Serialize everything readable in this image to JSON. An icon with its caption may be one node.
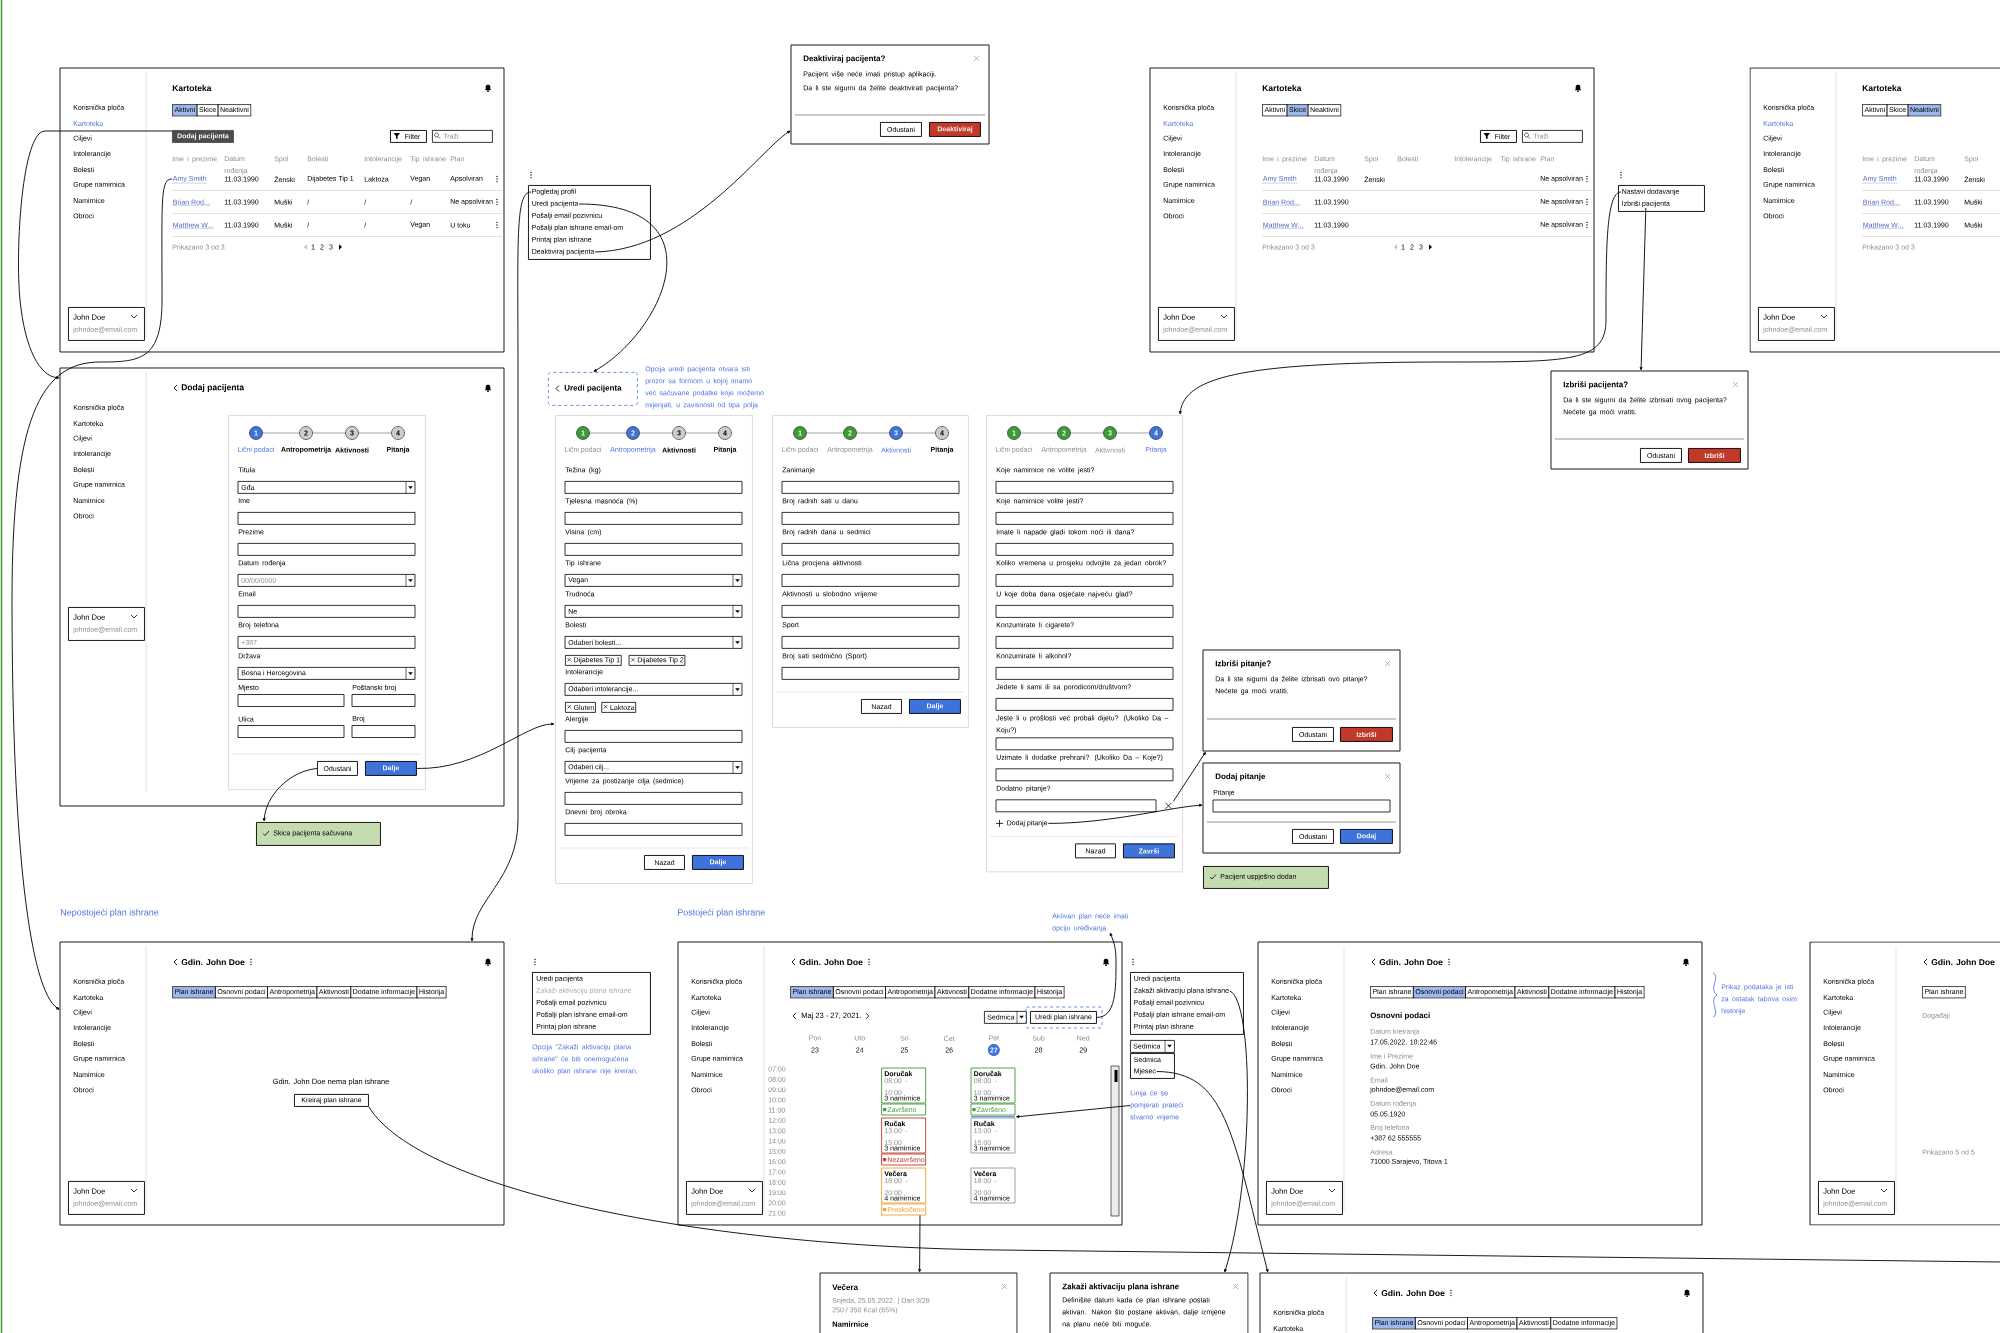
{
  "diagram": {
    "nodes": [
      {
        "text": [
          "Kartoteka",
          "Korisnička ploča",
          "Kartoteka",
          "Ciljevi",
          "Intolerancije",
          "Bolesti",
          "Grupe namirnica",
          "Namirnice",
          "Obroci"
        ]
      },
      {
        "text": [
          "John Doe",
          "johndoe@email.com"
        ],
        "in": 0
      },
      {
        "text": [
          "Aktivni",
          "Skice",
          "Neaktivni"
        ],
        "in": 0
      },
      {
        "text": [
          "Dodaj pacijenta"
        ],
        "in": 0
      },
      {
        "text": [
          "Filter"
        ],
        "in": 0
      },
      {
        "text": [
          "Traži"
        ],
        "in": 0
      },
      {
        "text": [
          "Ime i prezime",
          "Datum rođenja",
          "Spol",
          "Bolesti",
          "Intolerancije",
          "Tip ishrane",
          "Plan",
          "11.03.1990",
          "Ženski",
          "Dijabetes Tip 1",
          "Laktoza",
          "Vegan",
          "Apsolviran",
          "Brian Rod...",
          "11.03.1990",
          "Muški",
          "/",
          "/",
          "/",
          "Ne apsolviran",
          "Matthew W...",
          "11.03.1990",
          "Muški",
          "/",
          "/",
          "Vegan",
          "U toku",
          "Prikazano 3 od 3",
          "1",
          "2",
          "3"
        ],
        "in": 0
      },
      {
        "text": [
          "Amy Smith"
        ],
        "in": 6
      },
      {
        "text": [],
        "shape": "box"
      },
      {
        "text": [
          "Pogledaj profil"
        ],
        "in": 8
      },
      {
        "text": [
          "Uredi pacijenta"
        ],
        "in": 8
      },
      {
        "text": [
          "Pošalji email pozivnicu"
        ],
        "in": 8
      },
      {
        "text": [
          "Pošalji plan ishrane email-om"
        ],
        "in": 8
      },
      {
        "text": [
          "Printaj plan ishrane"
        ],
        "in": 8
      },
      {
        "text": [
          "Deaktiviraj pacijenta"
        ],
        "in": 8
      },
      {
        "text": [
          "Deaktiviraj pacijenta?",
          "Pacijent više neće imati pristup aplikaciji.",
          "Da li ste sigurni da želite deaktivirati pacijenta?"
        ]
      },
      {
        "text": [
          "Odustani"
        ],
        "in": 15
      },
      {
        "text": [
          "Deaktiviraj"
        ],
        "in": 15
      },
      {
        "text": [
          "Kartoteka",
          "Korisnička ploča",
          "Kartoteka",
          "Ciljevi",
          "Intolerancije",
          "Bolesti",
          "Grupe namirnica",
          "Namirnice",
          "Obroci"
        ]
      },
      {
        "text": [
          "John Doe",
          "johndoe@email.com"
        ],
        "in": 18
      },
      {
        "text": [
          "Aktivni",
          "Skice",
          "Neaktivni"
        ],
        "in": 18
      },
      {
        "text": [
          "Filter"
        ],
        "in": 18
      },
      {
        "text": [
          "Traži"
        ],
        "in": 18
      },
      {
        "text": [
          "Ime i prezime",
          "Datum rođenja",
          "Spol",
          "Bolesti",
          "Intolerancije",
          "Tip ishrane",
          "Plan",
          "Amy Smith",
          "11.03.1990",
          "Ženski",
          "Ne apsolviran",
          "Brian Rod...",
          "11.03.1990",
          "Ne apsolviran",
          "Matthew W...",
          "11.03.1990",
          "Ne apsolviran",
          "Prikazano 3 od 3",
          "1",
          "2",
          "3"
        ],
        "in": 18
      },
      {
        "text": [],
        "shape": "box"
      },
      {
        "text": [
          "Nastavi dodavanje"
        ],
        "in": 24
      },
      {
        "text": [
          "Izbriši pacijenta"
        ],
        "in": 24
      },
      {
        "text": [
          "Izbriši pacijenta?",
          "Da li ste sigurni da želite izbrisati ovog pacijenta? Nećete ga moći vratiti."
        ]
      },
      {
        "text": [
          "Odustani"
        ],
        "in": 27
      },
      {
        "text": [
          "Izbriši"
        ],
        "in": 27
      },
      {
        "text": [
          "Kartoteka",
          "Korisnička ploča",
          "Kartoteka",
          "Ciljevi",
          "Intolerancije",
          "Bolesti",
          "Grupe namirnica",
          "Namirnice",
          "Obroci"
        ]
      },
      {
        "text": [
          "John Doe",
          "johndoe@email.com"
        ],
        "in": 30
      },
      {
        "text": [
          "Aktivni",
          "Skice",
          "Neaktivni"
        ],
        "in": 30
      },
      {
        "text": [
          "Ime i prezime",
          "Datum rođenja",
          "Spol",
          "Amy Smith",
          "11.03.1990",
          "Ženski",
          "Brian Rod...",
          "11.03.1990",
          "Muški",
          "Matthew W...",
          "11.03.1990",
          "Muški",
          "Prikazano 3 od 3"
        ],
        "in": 30
      },
      {
        "text": [
          "Dodaj pacijenta",
          "Korisnička ploča",
          "Kartoteka",
          "Ciljevi",
          "Intolerancije",
          "Bolesti",
          "Grupe namirnica",
          "Namirnice",
          "Obroci"
        ]
      },
      {
        "text": [
          "John Doe",
          "johndoe@email.com"
        ],
        "in": 34
      },
      {
        "text": [
          "1",
          "2",
          "3",
          "4",
          "Lični podaci",
          "Antropometrija",
          "Aktivnosti",
          "Pitanja",
          "Titula",
          "Gđa",
          "Ime",
          "Prezime",
          "Datum rođenja",
          "00/00/0000",
          "Email",
          "Broj telefona",
          "+387",
          "Država",
          "Bosna i Hercegovina",
          "Mjesto",
          "Poštanski broj",
          "Ulica",
          "Broj"
        ],
        "in": 34
      },
      {
        "text": [
          "Odustani"
        ],
        "in": 36
      },
      {
        "text": [
          "Dalje"
        ],
        "in": 36
      },
      {
        "text": [
          "Skica pacijenta sačuvana"
        ]
      },
      {
        "text": [
          "Uredi pacijenta"
        ]
      },
      {
        "text": [
          "1",
          "2",
          "3",
          "4",
          "Lični podaci",
          "Antropometrija",
          "Aktivnosti",
          "Pitanja",
          "Težina (kg)",
          "Tjelesna masnoća (%)",
          "Visina (cm)",
          "Tip ishrane",
          "Vegan",
          "Trudnoća",
          "Ne",
          "Bolesti",
          "Odaberi bolesti...",
          "Dijabetes Tip 1",
          "Dijabetes Tip 2",
          "Intolerancije",
          "Odaberi intolerancije...",
          "Gluten",
          "Laktoza",
          "Alergije",
          "Cilj pacijenta",
          "Odaberi cilj...",
          "Vrijeme za postizanje cilja (sedmice)",
          "Dnevni broj obroka"
        ]
      },
      {
        "text": [
          "Nazad"
        ],
        "in": 41
      },
      {
        "text": [
          "Dalje"
        ],
        "in": 41
      },
      {
        "text": [
          "1",
          "2",
          "3",
          "4",
          "Lični podaci",
          "Antropometrija",
          "Aktivnosti",
          "Pitanja",
          "Zanimanje",
          "Broj radnih sati u danu",
          "Broj radnih dana u sedmici",
          "Lična procjena aktivnosti",
          "Aktivnosti u slobodno vrijeme",
          "Sport",
          "Broj sati sedmično (Sport)"
        ]
      },
      {
        "text": [
          "Nazad"
        ],
        "in": 44
      },
      {
        "text": [
          "Dalje"
        ],
        "in": 44
      },
      {
        "text": [
          "1",
          "2",
          "3",
          "4",
          "Lični podaci",
          "Antropometrija",
          "Aktivnosti",
          "Pitanja",
          "Koje namirnice ne volite jesti?",
          "Koje namirnice volite jesti?",
          "Imate li napade gladi tokom noći ili dana?",
          "Koliko vremena u prosjeku odvojite za jedan obrok?",
          "U koje doba dana osjećate najveću glad?",
          "Konzumirate li cigarete?",
          "Konzumirate li alkohol?",
          "Jedete li sami ili sa porodicom/društvom?",
          "Jeste li u prošlosti već probali dijetu? (Ukoliko Da – Koju?)",
          "Uzimate li dodatke prehrani? (Ukoliko Da – Koje?)",
          "Dodatno pitanje?"
        ]
      },
      {
        "text": [],
        "shape": "cross",
        "in": 47
      },
      {
        "text": [
          "Dodaj pitanje"
        ],
        "in": 47
      },
      {
        "text": [
          "Nazad"
        ],
        "in": 47
      },
      {
        "text": [
          "Završi"
        ],
        "in": 47
      },
      {
        "text": [
          "Izbriši pitanje?",
          "Da li ste sigurni da želite izbrisati ovo pitanje? Nećete ga moći vratiti."
        ]
      },
      {
        "text": [
          "Odustani"
        ],
        "in": 52
      },
      {
        "text": [
          "Izbriši"
        ],
        "in": 52
      },
      {
        "text": [
          "Dodaj pitanje",
          "Pitanje"
        ]
      },
      {
        "text": [
          "Odustani"
        ],
        "in": 55
      },
      {
        "text": [
          "Dodaj"
        ],
        "in": 55
      },
      {
        "text": [
          "Pacijent uspješno dodan"
        ]
      },
      {
        "text": [
          "Gdin. John Doe",
          "Korisnička ploča",
          "Kartoteka",
          "Ciljevi",
          "Intolerancije",
          "Bolesti",
          "Grupe namirnica",
          "Namirnice",
          "Obroci",
          "Gdin. John Doe nema plan ishrane"
        ]
      },
      {
        "text": [
          "John Doe",
          "johndoe@email.com"
        ],
        "in": 59
      },
      {
        "text": [
          "Plan ishrane",
          "Osnovni podaci",
          "Antropometrija",
          "Aktivnosti",
          "Dodatne informacije",
          "Historija"
        ],
        "in": 59
      },
      {
        "text": [
          "Kreiraj plan ishrane"
        ],
        "in": 59
      },
      {
        "text": [
          "Uredi pacijenta",
          "Zakaži aktivaciju plana ishrane",
          "Pošalji email pozivnicu",
          "Pošalji plan ishrane email-om",
          "Printaj plan ishrane"
        ]
      },
      {
        "text": [
          "Gdin. John Doe",
          "Korisnička ploča",
          "Kartoteka",
          "Ciljevi",
          "Intolerancije",
          "Bolesti",
          "Grupe namirnica",
          "Namirnice",
          "Obroci",
          "Maj 23 - 27, 2021.",
          "Pon",
          "23",
          "Uto",
          "24",
          "Sri",
          "25",
          "Čet",
          "26",
          "Pet",
          "27",
          "Sub",
          "28",
          "Ned",
          "29",
          "07:00",
          "08:00",
          "09:00",
          "10:00",
          "11:00",
          "12:00",
          "13:00",
          "14:00",
          "15:00",
          "16:00",
          "17:00",
          "18:00",
          "19:00",
          "20:00",
          "21:00"
        ]
      },
      {
        "text": [
          "John Doe",
          "johndoe@email.com"
        ],
        "in": 64
      },
      {
        "text": [
          "Plan ishrane",
          "Osnovni podaci",
          "Antropometrija",
          "Aktivnosti",
          "Dodatne informacije",
          "Historija"
        ],
        "in": 64
      },
      {
        "text": [
          "Sedmica"
        ],
        "in": 64
      },
      {
        "text": [
          "Uredi plan ishrane"
        ],
        "in": 64
      },
      {
        "text": [
          "Doručak",
          "08:00 - 10:00",
          "3 namirnice",
          "Završeno"
        ],
        "in": 64
      },
      {
        "text": [
          "Ručak",
          "13:00 - 15:00",
          "3 namirnice",
          "Nezavršeno"
        ],
        "in": 64
      },
      {
        "text": [
          "Večera",
          "18:00 - 20:00",
          "4 namirnice",
          "Preskočeno"
        ],
        "in": 64
      },
      {
        "text": [
          "Doručak",
          "08:00 - 10:00",
          "3 namirnice",
          "Završeno"
        ],
        "in": 64
      },
      {
        "text": [
          "Ručak",
          "13:00 - 15:00",
          "3 namirnice"
        ],
        "in": 64
      },
      {
        "text": [
          "Večera",
          "18:00 - 20:00",
          "4 namirnice"
        ],
        "in": 64
      },
      {
        "text": [],
        "shape": "box"
      },
      {
        "text": [
          "Uredi pacijenta"
        ],
        "in": 75
      },
      {
        "text": [
          "Zakaži aktivaciju plana ishrane"
        ],
        "in": 75
      },
      {
        "text": [
          "Pošalji email pozivnicu"
        ],
        "in": 75
      },
      {
        "text": [
          "Pošalji plan ishrane email-om"
        ],
        "in": 75
      },
      {
        "text": [
          "Printaj plan ishrane"
        ],
        "in": 75
      },
      {
        "text": [
          "Sedmica"
        ]
      },
      {
        "text": [
          "Sedmica"
        ]
      },
      {
        "text": [
          "Mjesec"
        ],
        "in": 82
      },
      {
        "text": [
          "Linija će se pomjerati prateći stvarno vrijeme"
        ]
      },
      {
        "text": [
          "Aktivan plan neće imati opciju uređivanja."
        ]
      },
      {
        "text": [
          "Gdin. John Doe",
          "Korisnička ploča",
          "Kartoteka",
          "Ciljevi",
          "Intolerancije",
          "Bolesti",
          "Grupe namirnica",
          "Namirnice",
          "Obroci",
          "Osnovni podaci",
          "Datum kreiranja",
          "17.05.2022. 18:22:46",
          "Ime i Prezime",
          "Gdin. John Doe",
          "Email",
          "johndoe@email.com",
          "Datum rođenja",
          "05.05.1920",
          "Broj telefona",
          "+387 62 555555",
          "Adresa",
          "71000 Sarajevo, Titova 1"
        ]
      },
      {
        "text": [
          "John Doe",
          "johndoe@email.com"
        ],
        "in": 86
      },
      {
        "text": [
          "Plan ishrane",
          "Osnovni podaci",
          "Antropometrija",
          "Aktivnosti",
          "Dodatne informacije",
          "Historija"
        ],
        "in": 86
      },
      {
        "text": [
          "Gdin. John Doe",
          "Korisnička ploča",
          "Kartoteka",
          "Ciljevi",
          "Intolerancije",
          "Bolesti",
          "Grupe namirnica",
          "Namirnice",
          "Obroci",
          "Događaji",
          "Prikazano 5 od 5"
        ]
      },
      {
        "text": [
          "John Doe",
          "johndoe@email.com"
        ],
        "in": 89
      },
      {
        "text": [
          "Plan ishrane"
        ],
        "in": 89
      },
      {
        "text": [
          "Večera",
          "Srijeda, 25.05.2022. | Dan 3/29",
          "250 / 350 Kcal (65%)",
          "Namirnice"
        ]
      },
      {
        "text": [
          "Zakaži aktivaciju plana ishrane",
          "Definišite datum kada će plan ishrane postati aktivan. Nakon što postane aktivan, dalje izmjene na planu neće biti moguće."
        ]
      },
      {
        "text": [
          "Gdin. John Doe",
          "Korisnička ploča",
          "Kartoteka"
        ]
      },
      {
        "text": [
          "Plan ishrane",
          "Osnovni podaci",
          "Antropometrija",
          "Aktivnosti",
          "Dodatne informacije"
        ],
        "in": 94
      },
      {
        "text": [],
        "shape": "line",
        "in": 64
      }
    ],
    "edges": [
      {
        "from": 3,
        "to": 34,
        "arrow": "to"
      },
      {
        "from": 7,
        "to": 59,
        "arrow": "to"
      },
      {
        "from": 9,
        "to": 59,
        "arrow": "to"
      },
      {
        "from": 10,
        "to": 40,
        "arrow": "to"
      },
      {
        "from": 14,
        "to": 15,
        "arrow": "to"
      },
      {
        "from": 38,
        "to": 41,
        "arrow": "to"
      },
      {
        "from": 37,
        "to": 39,
        "arrow": "to"
      },
      {
        "from": 25,
        "to": 47,
        "arrow": "to"
      },
      {
        "from": 26,
        "to": 27,
        "arrow": "to"
      },
      {
        "from": 48,
        "to": 52,
        "arrow": "to"
      },
      {
        "from": 49,
        "to": 55,
        "arrow": "to"
      },
      {
        "from": 62,
        "to": null,
        "arrow": "none"
      },
      {
        "from": 68,
        "to": 85,
        "arrow": "to"
      },
      {
        "from": 71,
        "to": 92,
        "arrow": "to"
      },
      {
        "from": 77,
        "to": 93,
        "arrow": "to"
      },
      {
        "from": 83,
        "to": 94,
        "arrow": "to"
      },
      {
        "from": 84,
        "to": 96,
        "arrow": "to"
      }
    ],
    "labels": [
      "Opcija uredi pacijenta otvara isti prozor sa formom u kojoj imamo već sačuvane podatke koje možemo mijenjati, u zavisnosti od tipa polja",
      "Nepostojeći plan ishrane",
      "Postojeći plan ishrane",
      "Prikaz podataka je isti za ostatak tabova osim historije",
      "Opcija \"Zakaži aktivaciju plana ishrane\" će biti onemogućena ukoliko plan ishrane nije kreiran."
    ]
  }
}
